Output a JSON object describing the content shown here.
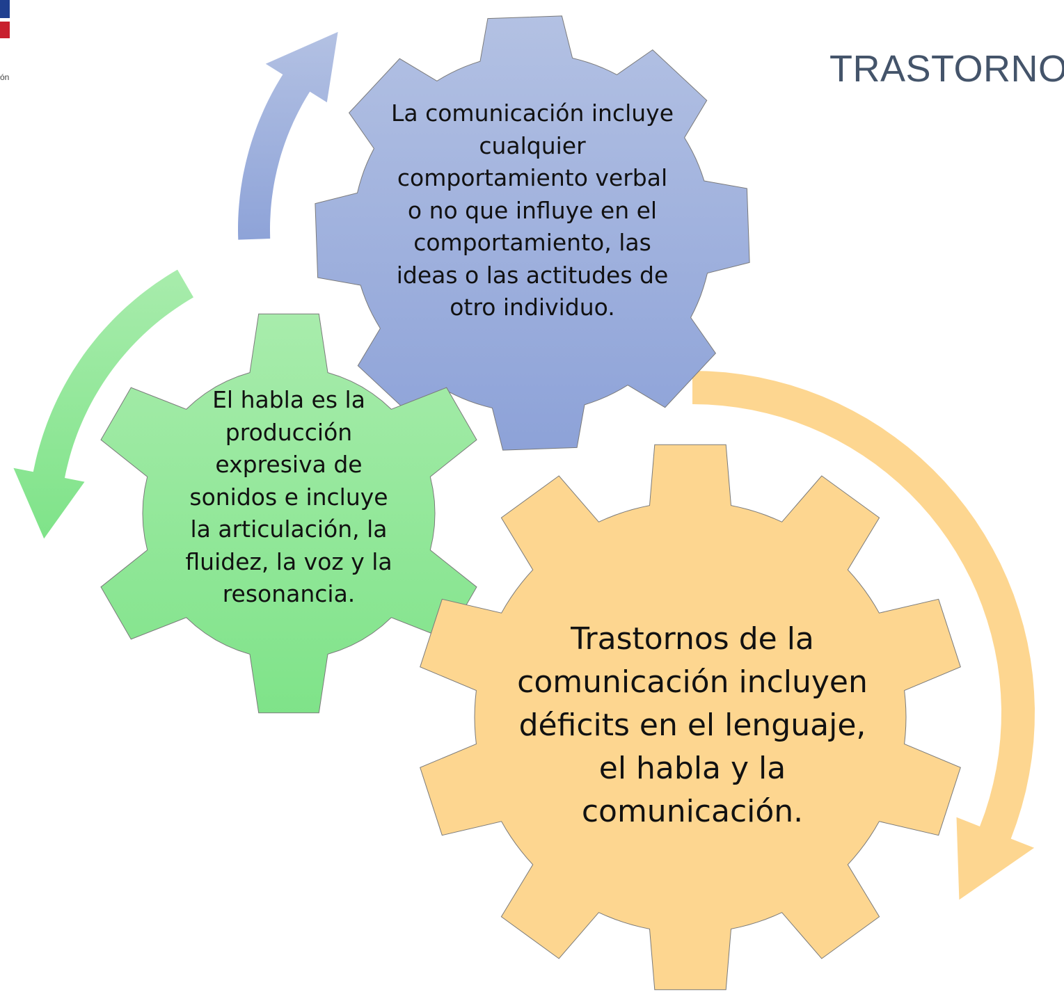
{
  "slide": {
    "title": "TRASTORNO",
    "logo_fragment": "ón"
  },
  "diagram": {
    "gears": [
      {
        "id": "communication",
        "text": "La comunicación incluye cualquier comportamiento verbal o no que influye en el comportamiento, las ideas o las actitudes de otro individuo.",
        "color": "#95a8db"
      },
      {
        "id": "speech",
        "text": "El habla es la producción expresiva de sonidos e incluye la articulación, la fluidez, la voz y la resonancia.",
        "color": "#8fe597"
      },
      {
        "id": "disorders",
        "text": "Trastornos de la comunicación incluyen déficits en el lenguaje, el habla y la comunicación.",
        "color": "#fdd690"
      }
    ],
    "colors": {
      "blue_top": "#b3c1e3",
      "blue_bottom": "#8da2d8",
      "green_top": "#a8ecac",
      "green_bottom": "#7fe389",
      "orange": "#fdd690",
      "gear_stroke": "#7a7a7a"
    }
  }
}
